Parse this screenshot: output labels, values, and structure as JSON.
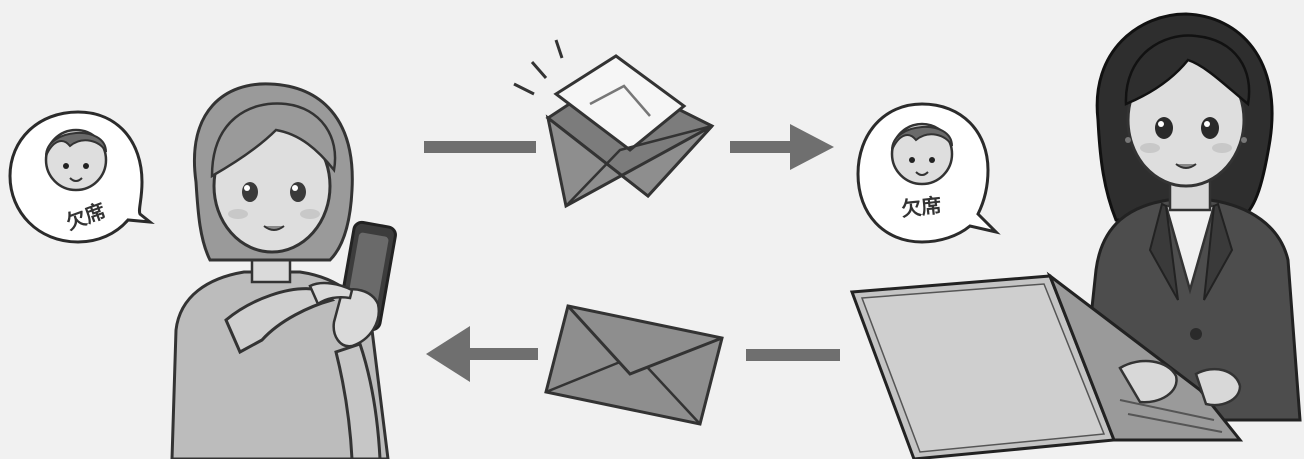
{
  "colors": {
    "background": "#f1f1f1",
    "ink": "#3a3a3a",
    "arrow": "#6f6f6f",
    "envelope": "#8e8e8e",
    "envelope_light": "#bdbdbd",
    "skin": "#d9d9d9",
    "hair_parent": "#9a9a9a",
    "hair_teacher": "#2e2e2e",
    "suit": "#4d4d4d",
    "laptop": "#c4c4c4"
  },
  "left_bubble": {
    "label": "欠席",
    "icon": "child-face-icon"
  },
  "right_bubble": {
    "label": "欠席",
    "icon": "child-face-icon"
  },
  "top_flow": {
    "icon": "open-envelope-icon",
    "direction": "right"
  },
  "bottom_flow": {
    "icon": "closed-envelope-icon",
    "direction": "left"
  },
  "left_person": {
    "icon": "parent-with-smartphone-icon"
  },
  "right_person": {
    "icon": "teacher-with-laptop-icon"
  }
}
